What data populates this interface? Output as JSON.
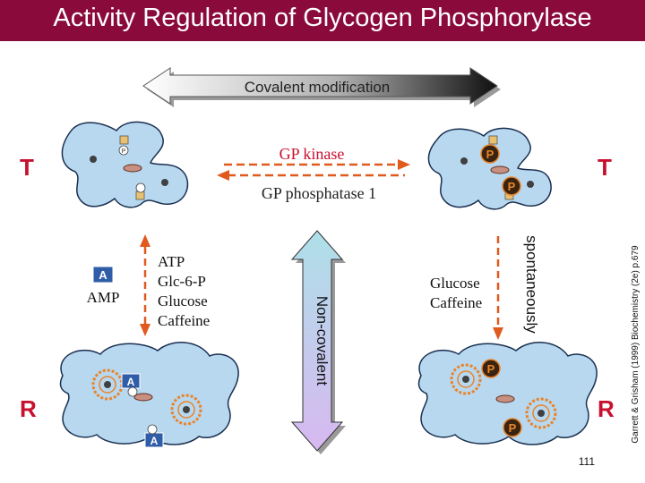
{
  "title": "Activity Regulation of Glycogen Phosphorylase",
  "covalent_label": "Covalent modification",
  "kinase_label": "GP kinase",
  "phosphatase_label": "GP phosphatase 1",
  "noncovalent_label": "Non-covalent",
  "left_state_top": "T",
  "right_state_top": "T",
  "left_state_bottom": "R",
  "right_state_bottom": "R",
  "amp_badge": "A",
  "amp_label": "AMP",
  "inhibitors_left": [
    "ATP",
    "Glc-6-P",
    "Glucose",
    "Caffeine"
  ],
  "inhibitors_right": [
    "Glucose",
    "Caffeine"
  ],
  "spontaneous_label": "spontaneously",
  "phospho_badge": "P",
  "small_p": "P",
  "small_a": "A",
  "page_number": "111",
  "citation": "Garrett & Grisham (1999) Biochemistry (2e) p.679",
  "colors": {
    "title_bg": "#8a0a3c",
    "state_red": "#c8102e",
    "blob_fill": "#b8d8f0",
    "arrow_orange": "#e05a1e",
    "noncovalent_fill": "#c8b8e8",
    "amp_badge_bg": "#2f5da8",
    "phospho_badge_bg": "#3a2410",
    "active_site_orange": "#e8842a"
  }
}
